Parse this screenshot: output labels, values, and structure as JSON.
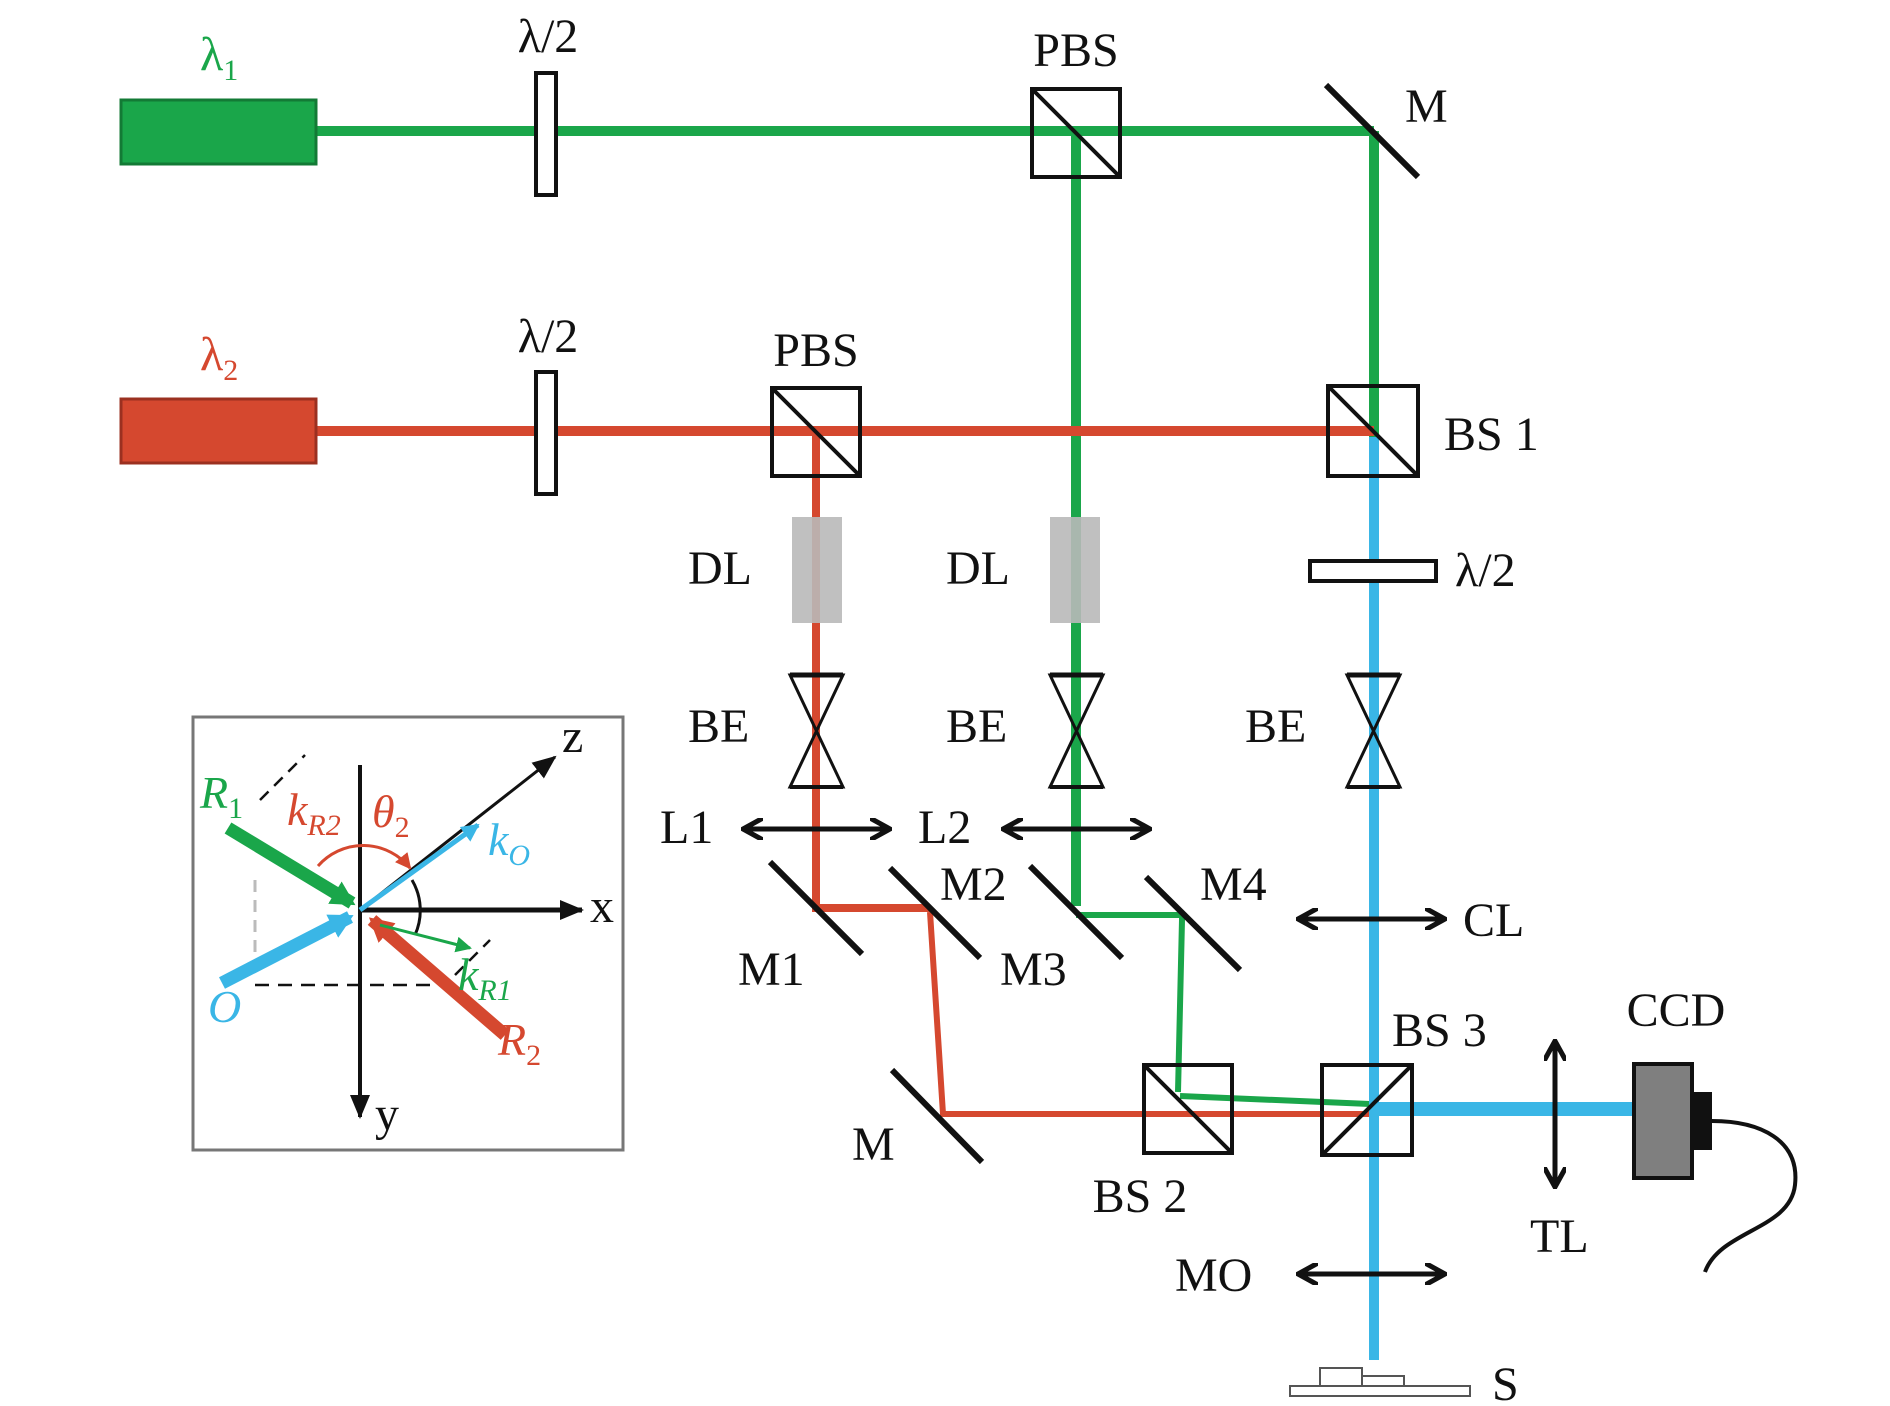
{
  "colors": {
    "green": "#1aa64a",
    "red": "#d5482f",
    "blue": "#3ab6e6",
    "black": "#111111",
    "grey": "#b9b9b9"
  },
  "lasers": {
    "lambda1": {
      "symbol": "λ",
      "sub": "1"
    },
    "lambda2": {
      "symbol": "λ",
      "sub": "2"
    }
  },
  "labels": {
    "half_wave_top": "λ/2",
    "half_wave_mid": "λ/2",
    "half_wave_right": "λ/2",
    "pbs_top": "PBS",
    "pbs_mid": "PBS",
    "mirror_top": "M",
    "bs1": "BS 1",
    "dl_left": "DL",
    "dl_mid": "DL",
    "be_left": "BE",
    "be_mid": "BE",
    "be_right": "BE",
    "l1": "L1",
    "l2": "L2",
    "m1": "M1",
    "m2": "M2",
    "m3": "M3",
    "m4": "M4",
    "cl": "CL",
    "mirror_bottom": "M",
    "bs2": "BS 2",
    "bs3": "BS 3",
    "ccd": "CCD",
    "tl": "TL",
    "mo": "MO",
    "s": "S"
  },
  "inset": {
    "axis_z": "z",
    "axis_x": "x",
    "axis_y": "y",
    "r1": {
      "main": "R",
      "sub": "1"
    },
    "r2": {
      "main": "R",
      "sub": "2"
    },
    "o": "O",
    "kr2": {
      "main": "k",
      "sub": "R2"
    },
    "kr1": {
      "main": "k",
      "sub": "R1"
    },
    "ko": {
      "main": "k",
      "sub": "O"
    },
    "theta2": {
      "main": "θ",
      "sub": "2"
    }
  }
}
